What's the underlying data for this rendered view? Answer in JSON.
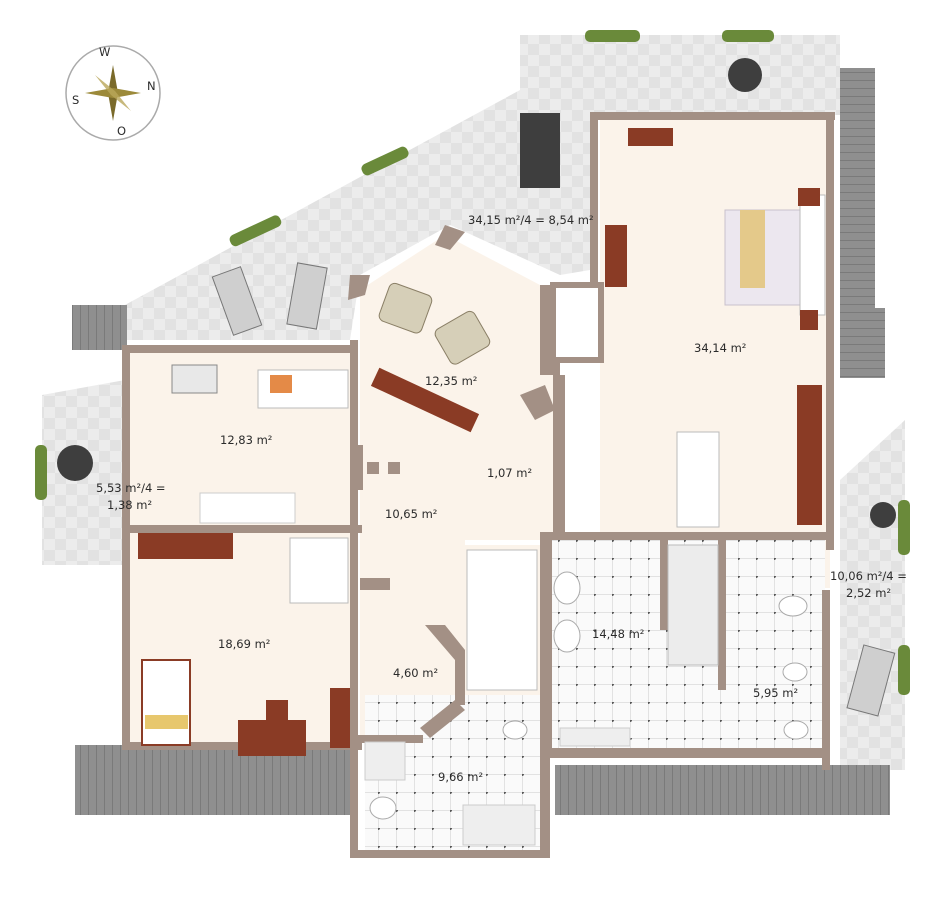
{
  "compass": {
    "north": "N",
    "south": "S",
    "east": "O",
    "west": "W"
  },
  "areas": {
    "terrace_top": "34,15 m²/4 = 8,54 m²",
    "bedroom": "34,14 m²",
    "living": "12,35 m²",
    "office": "12,83 m²",
    "balcony_left_line1": "5,53 m²/4 =",
    "balcony_left_line2": "1,38 m²",
    "small_room": "1,07 m²",
    "hall": "10,65 m²",
    "room_left": "18,69 m²",
    "corridor": "4,60 m²",
    "bath_main": "14,48 m²",
    "wc": "5,95 m²",
    "balcony_right_line1": "10,06 m²/4 =",
    "balcony_right_line2": "2,52 m²",
    "bath_small": "9,66 m²"
  },
  "colors": {
    "wall": "#a39085",
    "floor": "#fbf3ea",
    "terrace": "#e6e6e6",
    "roof": "#9b9b9b",
    "wood": "#8a3b25",
    "compass_arrow": "#7a6a2a"
  }
}
